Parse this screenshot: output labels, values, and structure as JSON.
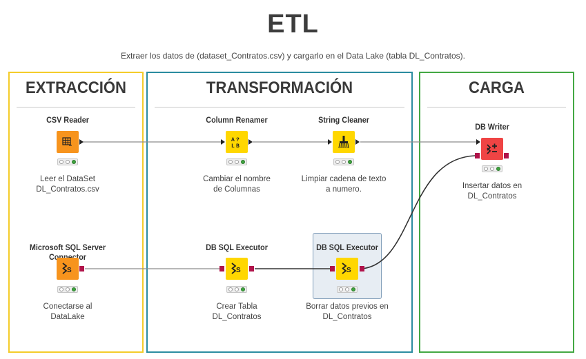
{
  "title": "ETL",
  "subtitle": "Extraer los datos de (dataset_Contratos.csv) y cargarlo en el Data Lake (tabla DL_Contratos).",
  "sections": {
    "extraccion": {
      "title": "EXTRACCIÓN",
      "border_color": "#f4cc2a"
    },
    "transformacion": {
      "title": "TRANSFORMACIÓN",
      "border_color": "#2b8ca0"
    },
    "carga": {
      "title": "CARGA",
      "border_color": "#43a843"
    }
  },
  "nodes": {
    "csv_reader": {
      "name": "CSV Reader",
      "desc": "Leer el DataSet DL_Contratos.csv",
      "icon": "table-grid-icon",
      "color": "#f7941d"
    },
    "column_renamer": {
      "name": "Column Renamer",
      "desc": "Cambiar el nombre de Columnas",
      "icon": "rename-columns-icon",
      "color": "#ffd700"
    },
    "string_cleaner": {
      "name": "String Cleaner",
      "desc": "Limpiar cadena de texto a numero.",
      "icon": "broom-icon",
      "color": "#ffd700"
    },
    "db_writer": {
      "name": "DB Writer",
      "desc": "Insertar datos en DL_Contratos",
      "icon": "db-write-icon",
      "color": "#ef4444"
    },
    "mssql_connector": {
      "name": "Microsoft SQL Server Connector",
      "desc": "Conectarse al DataLake",
      "icon": "sql-server-icon",
      "color": "#f7941d"
    },
    "db_sql_executor_1": {
      "name": "DB SQL Executor",
      "desc": "Crear Tabla DL_Contratos",
      "icon": "sql-execute-icon",
      "color": "#ffd700"
    },
    "db_sql_executor_2": {
      "name": "DB SQL Executor",
      "desc": "Borrar datos previos en DL_Contratos",
      "icon": "sql-execute-icon",
      "color": "#ffd700",
      "selected": true
    }
  },
  "status_icon": "traffic-light-icon"
}
